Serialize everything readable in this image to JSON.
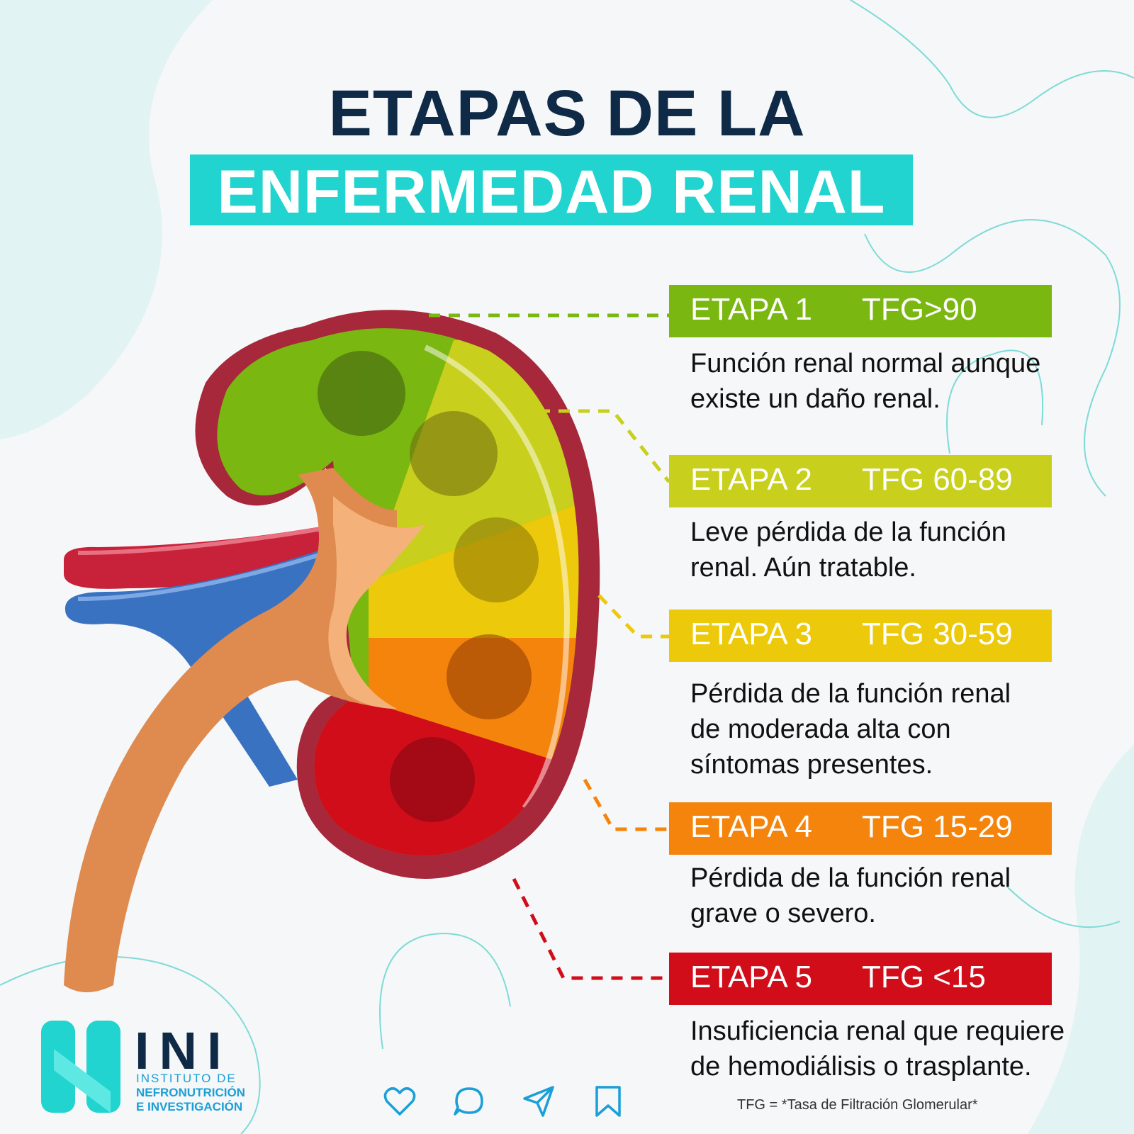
{
  "title": {
    "line1": "ETAPAS DE LA",
    "line2": "ENFERMEDAD RENAL"
  },
  "stages": [
    {
      "label": "ETAPA 1",
      "tfg": "TFG>90",
      "color": "#7ab710",
      "description": [
        "Función renal normal aunque",
        "existe un daño renal."
      ]
    },
    {
      "label": "ETAPA 2",
      "tfg": "TFG 60-89",
      "color": "#c8cf1c",
      "description": [
        "Leve pérdida de la función",
        "renal. Aún tratable."
      ]
    },
    {
      "label": "ETAPA 3",
      "tfg": "TFG 30-59",
      "color": "#ecc90a",
      "description": [
        "Pérdida de la función renal",
        "de moderada alta con",
        "síntomas presentes."
      ]
    },
    {
      "label": "ETAPA 4",
      "tfg": "TFG 15-29",
      "color": "#f5840c",
      "description": [
        "Pérdida de la función renal",
        "grave o severo."
      ]
    },
    {
      "label": "ETAPA 5",
      "tfg": "TFG <15",
      "color": "#d10d1a",
      "description": [
        "Insuficiencia renal que requiere",
        "de hemodiálisis o trasplante."
      ]
    }
  ],
  "footnote": "TFG = *Tasa de Filtración Glomerular*",
  "logo": {
    "name": "INI",
    "line1": "INSTITUTO DE",
    "line2": "NEFRONUTRICIÓN",
    "line3": "E INVESTIGACIÓN"
  },
  "social_icons": [
    "heart-icon",
    "comment-icon",
    "share-icon",
    "bookmark-icon"
  ],
  "accent_color": "#21d4cf"
}
